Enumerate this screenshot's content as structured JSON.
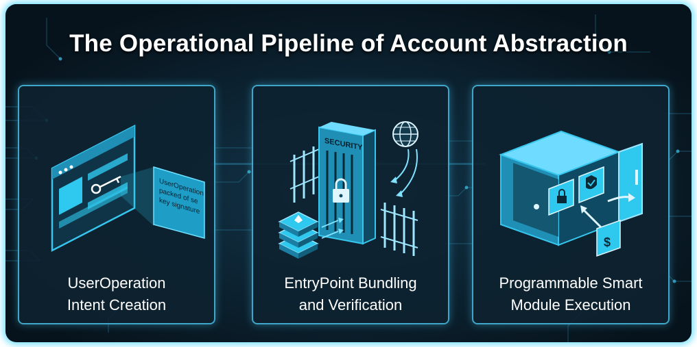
{
  "title": "The Operational Pipeline of Account Abstraction",
  "colors": {
    "accent": "#2fc8ee",
    "card_border": "#3fa7c9",
    "background": "#0a1722"
  },
  "cards": [
    {
      "caption_line1": "UserOperation",
      "caption_line2": "Intent Creation",
      "illustration": "browser-window-key-icon",
      "note_lines": [
        "UserOperation",
        "packed of se",
        "key signature"
      ]
    },
    {
      "caption_line1": "EntryPoint Bundling",
      "caption_line2": "and Verification",
      "illustration": "security-gate-icon",
      "gate_label": "SECURITY"
    },
    {
      "caption_line1": "Programmable Smart",
      "caption_line2": "Module Execution",
      "illustration": "vault-modules-icon",
      "badge_symbol": "$"
    }
  ]
}
